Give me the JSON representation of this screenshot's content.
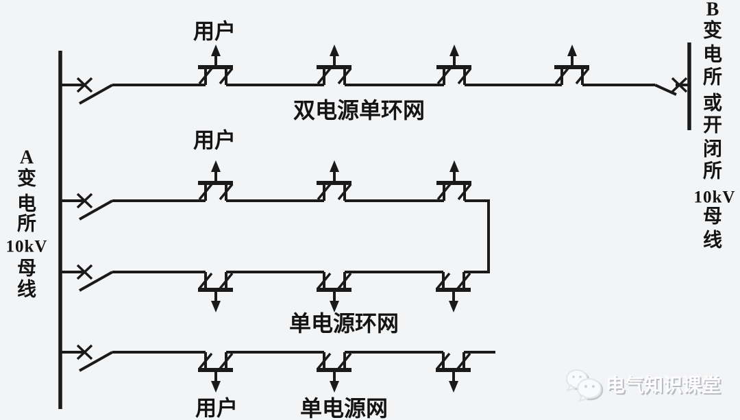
{
  "page": {
    "background_color": "#f3f4f6",
    "line_color": "#1a1a1a",
    "text_color": "#141414"
  },
  "labels": {
    "user_top": "用户",
    "user_mid": "用户",
    "user_bottom": "用户",
    "dual_source_single_ring": "双电源单环网",
    "single_source_ring": "单电源环网",
    "single_source_net": "单电源网"
  },
  "busbar_a": {
    "chars": [
      "A",
      "变",
      "电",
      "所",
      "10kV",
      "母",
      "线"
    ]
  },
  "busbar_b": {
    "chars": [
      "B",
      "变",
      "电",
      "所",
      "或",
      "开",
      "闭",
      "所",
      "10kV",
      "母",
      "线"
    ]
  },
  "watermark": {
    "icon": "wechat-icon",
    "text": "电气知识课堂",
    "color": "#ffffff"
  }
}
